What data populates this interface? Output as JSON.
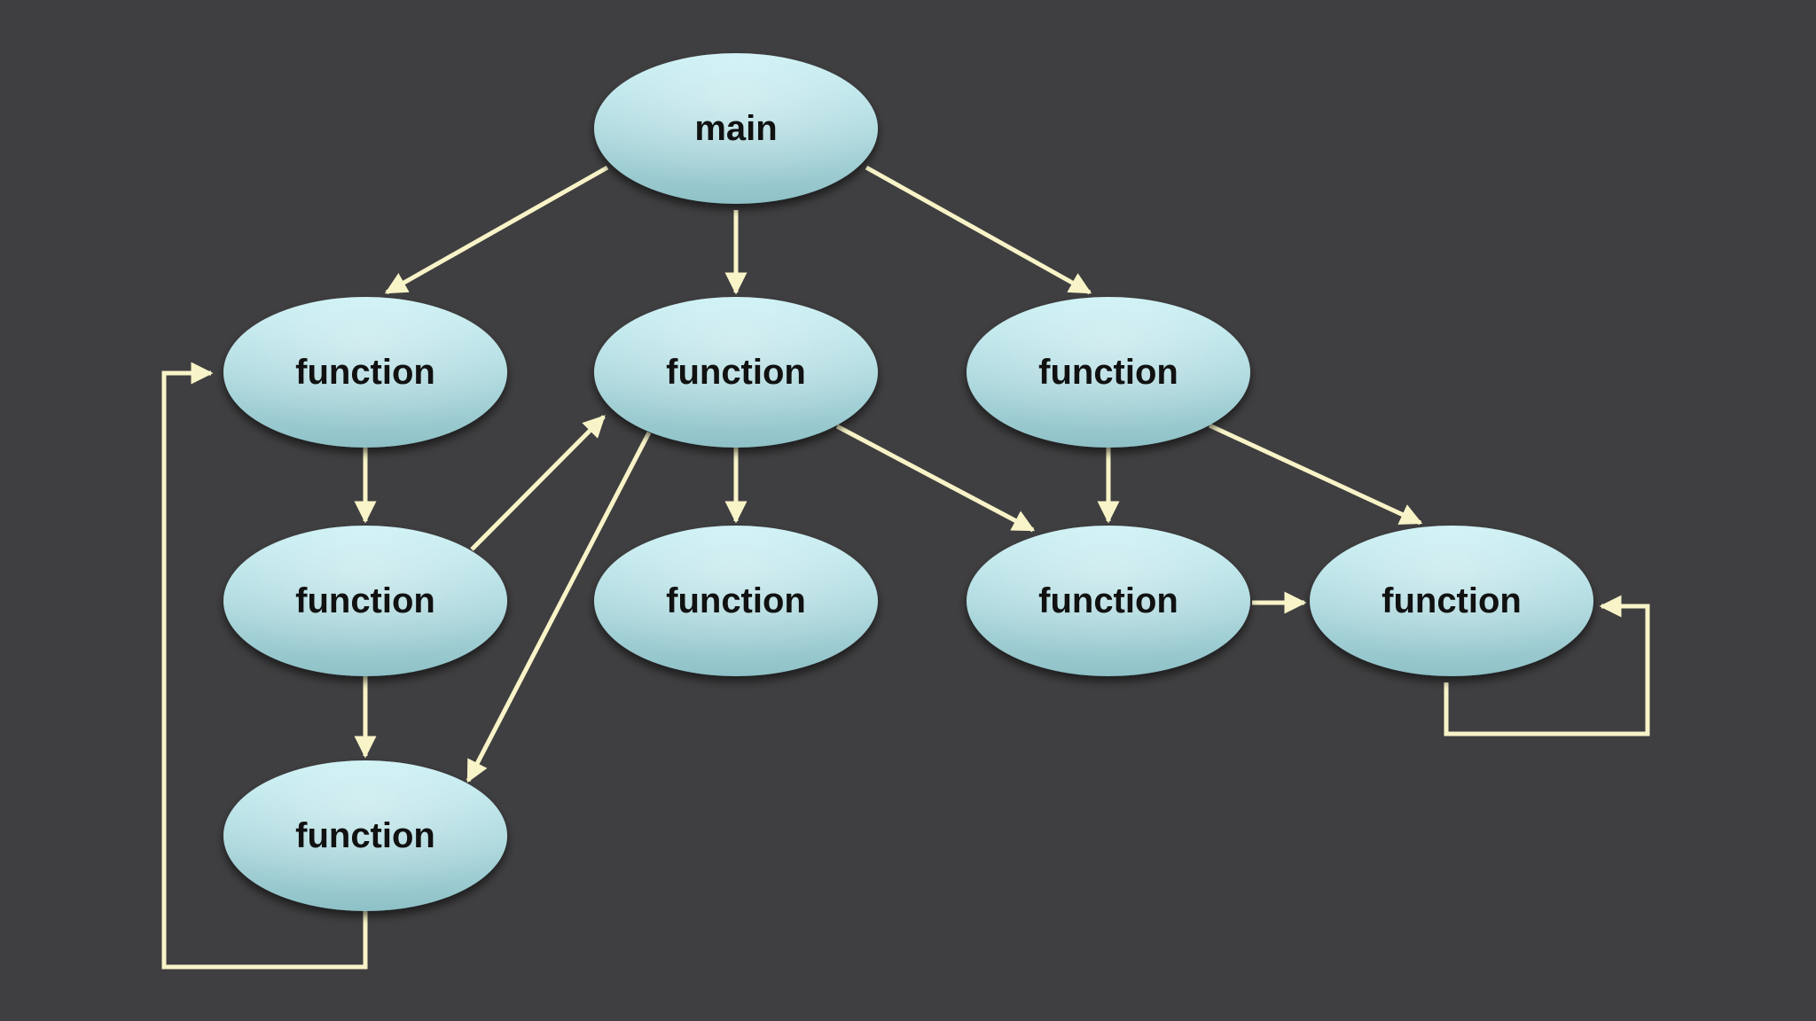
{
  "diagram": {
    "type": "call-graph",
    "colors": {
      "background": "#3f3e40",
      "arrow": "#f8f4c8",
      "node_fill_top": "#c6eef2",
      "node_fill_bottom": "#8fc3c9",
      "node_text": "#111111"
    },
    "nodes": [
      {
        "id": "main",
        "label": "main"
      },
      {
        "id": "f1",
        "label": "function"
      },
      {
        "id": "f2",
        "label": "function"
      },
      {
        "id": "f3",
        "label": "function"
      },
      {
        "id": "f4",
        "label": "function"
      },
      {
        "id": "f5",
        "label": "function"
      },
      {
        "id": "f6",
        "label": "function"
      },
      {
        "id": "f7",
        "label": "function"
      },
      {
        "id": "f8",
        "label": "function"
      }
    ],
    "edges": [
      {
        "from": "main",
        "to": "f1"
      },
      {
        "from": "main",
        "to": "f2"
      },
      {
        "from": "main",
        "to": "f3"
      },
      {
        "from": "f1",
        "to": "f4"
      },
      {
        "from": "f4",
        "to": "f2"
      },
      {
        "from": "f4",
        "to": "f8"
      },
      {
        "from": "f2",
        "to": "f5"
      },
      {
        "from": "f2",
        "to": "f6"
      },
      {
        "from": "f2",
        "to": "f8"
      },
      {
        "from": "f3",
        "to": "f6"
      },
      {
        "from": "f3",
        "to": "f7"
      },
      {
        "from": "f6",
        "to": "f7"
      },
      {
        "from": "f8",
        "to": "f1"
      },
      {
        "from": "f7",
        "to": "f7"
      }
    ]
  }
}
